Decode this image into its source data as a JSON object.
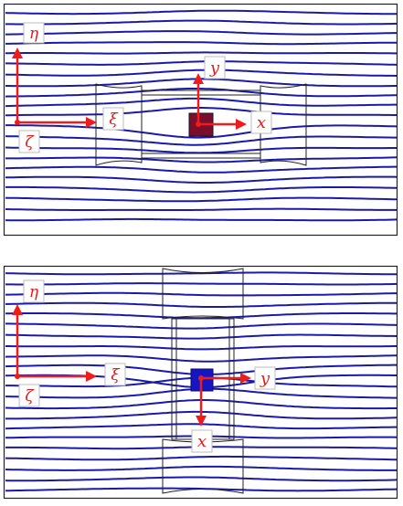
{
  "colors": {
    "streamline": "#1a1aa8",
    "arrow": "#ee1c1c",
    "frame": "#222222",
    "box_top": "#7a0f2a",
    "box_bottom": "#1515c2",
    "label_border": "#bdbdbd",
    "label_text": "#e31b1b"
  },
  "panels": [
    {
      "name": "top",
      "inclusion_orientation": "horizontal",
      "axis_labels": {
        "eta": "η",
        "zeta_arrow": "ξ",
        "zeta_corner": "ζ",
        "y": "y",
        "x": "x"
      }
    },
    {
      "name": "bottom",
      "inclusion_orientation": "vertical",
      "axis_labels": {
        "eta": "η",
        "zeta_arrow": "ξ",
        "zeta_corner": "ζ",
        "y": "y",
        "x": "x"
      }
    }
  ]
}
